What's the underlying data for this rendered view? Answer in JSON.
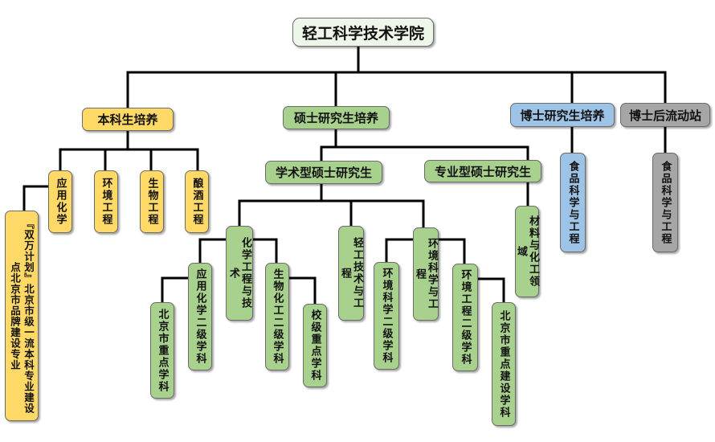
{
  "root": "轻工科学技术学院",
  "l1": {
    "bachelor": "本科生培养",
    "master": "硕士研究生培养",
    "phd": "博士研究生培养",
    "postdoc": "博士后流动站"
  },
  "bachelor": {
    "chemistry": "应用化学",
    "env": "环境工程",
    "bio": "生物工程",
    "brew": "酿酒工程",
    "beijing_brand": "『双万计划』北京市级一流本科专业建设点北京市品牌建设专业"
  },
  "master": {
    "academic": "学术型硕士研究生",
    "professional": "专业型硕士研究生",
    "materials": "材料与化工领域"
  },
  "academic": {
    "chem_eng": "化学工程与技术",
    "light_ind": "轻工技术与工程",
    "env_sci": "环境科学与工程",
    "applied_chem": "应用化学二级学科",
    "bj_key1": "北京市重点学科",
    "biochem": "生物化工二级学科",
    "school_key": "校级重点学科",
    "env_sci2": "环境科学二级学科",
    "env_eng2": "环境工程二级学科",
    "bj_key_build": "北京市重点建设学科"
  },
  "phd": {
    "food": "食品科学与工程"
  },
  "postdoc": {
    "food": "食品科学与工程"
  },
  "colors": {
    "root": "#eef6e9",
    "bachelor": "#ffd966",
    "master": "#a9d18e",
    "phd": "#9dc3e6",
    "postdoc": "#a6a6a6",
    "line": "#000000"
  }
}
